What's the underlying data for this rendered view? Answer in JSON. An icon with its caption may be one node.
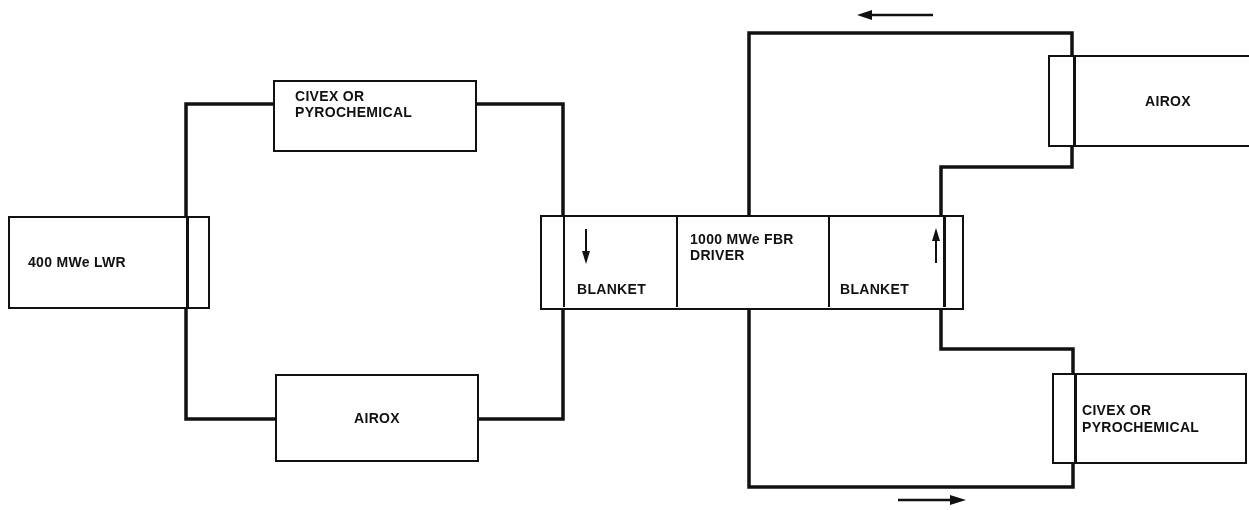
{
  "diagram": {
    "nodes": [
      {
        "text": [
          "400 MWe LWR"
        ]
      },
      {
        "text": [
          "CIVEX OR PYROCHEMICAL"
        ]
      },
      {
        "text": [
          "AIROX"
        ]
      },
      {
        "text": [],
        "shape": "box"
      },
      {
        "text": [
          "BLANKET"
        ],
        "in": 3
      },
      {
        "text": [
          "1000 MWe FBR DRIVER"
        ],
        "in": 3
      },
      {
        "text": [
          "BLANKET"
        ],
        "in": 3
      },
      {
        "text": [
          "AIROX"
        ]
      },
      {
        "text": [
          "CIVEX OR PYROCHEMICAL"
        ]
      }
    ],
    "edges": [
      {
        "from": 0,
        "to": 1,
        "arrow": "none"
      },
      {
        "from": 1,
        "to": 4,
        "arrow": "none"
      },
      {
        "from": 0,
        "to": 2,
        "arrow": "none"
      },
      {
        "from": 2,
        "to": 4,
        "arrow": "none"
      },
      {
        "from": 5,
        "to": 7,
        "arrow": "none"
      },
      {
        "from": 7,
        "to": 6,
        "arrow": "none"
      },
      {
        "from": 6,
        "to": 8,
        "arrow": "none"
      },
      {
        "from": 8,
        "to": 5,
        "arrow": "none"
      }
    ]
  }
}
